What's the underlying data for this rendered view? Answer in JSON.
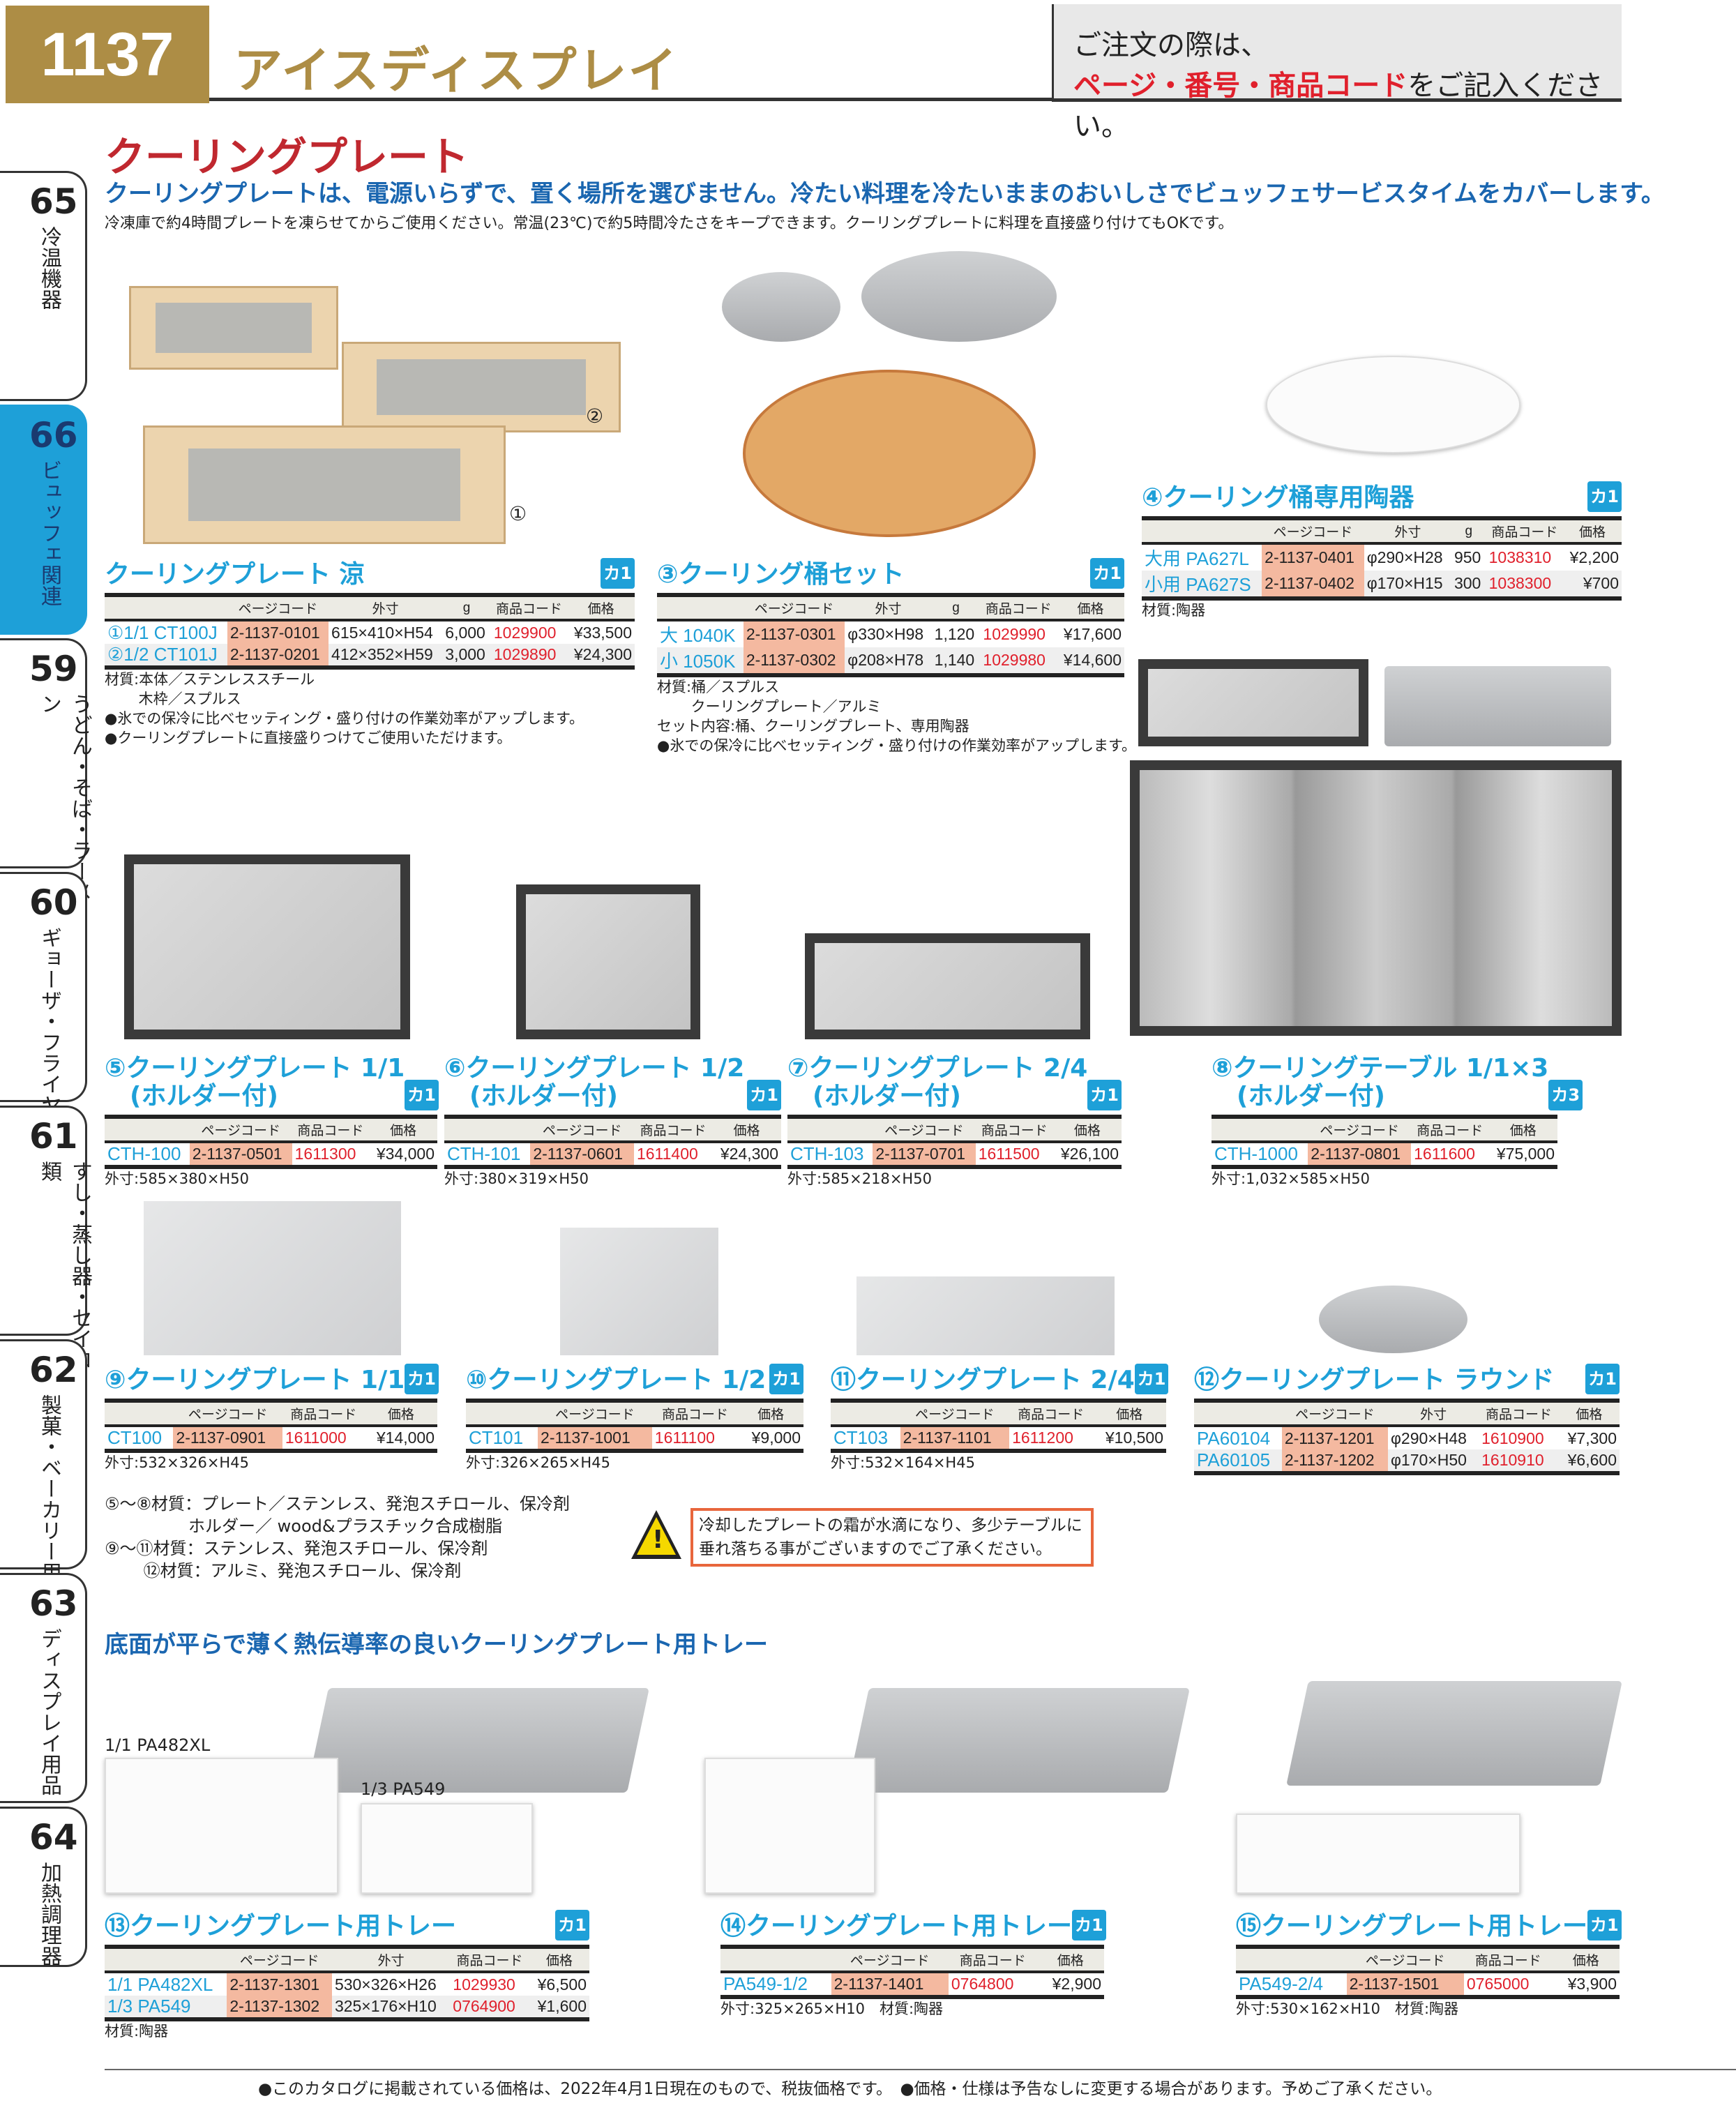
{
  "header": {
    "page_number": "1137",
    "category": "アイスディスプレイ",
    "order_line1": "ご注文の際は、",
    "order_red": "ページ・番号・商品コード",
    "order_rest": "をご記入ください。"
  },
  "tabs": [
    {
      "num": "65",
      "label": "冷温機器"
    },
    {
      "num": "66",
      "label": "ビュッフェ関連"
    },
    {
      "num": "59",
      "label": "うどん・そば・ラーメン"
    },
    {
      "num": "60",
      "label": "ギョーザ・フライヤー"
    },
    {
      "num": "61",
      "label": "すし・蒸し器・セイロ類"
    },
    {
      "num": "62",
      "label": "製菓・ベーカリー用品"
    },
    {
      "num": "63",
      "label": "ディスプレイ用品"
    },
    {
      "num": "64",
      "label": "加熱調理器"
    }
  ],
  "section": {
    "title": "クーリングプレート",
    "lead": "クーリングプレートは、電源いらずで、置く場所を選びません。冷たい料理を冷たいままのおいしさでビュッフェサービスタイムをカバーします。",
    "sub": "冷凍庫で約4時間プレートを凍らせてからご使用ください。常温(23℃)で約5時間冷たさをキープできます。クーリングプレートに料理を直接盛り付けてもOKです。"
  },
  "image_labels": {
    "one": "①",
    "two": "②",
    "tray_large": "1/1 PA482XL",
    "tray_small": "1/3 PA549"
  },
  "blocks": [
    {
      "id": "b1",
      "title": "クーリングプレート 涼",
      "badge": "カ1",
      "headers": [
        "",
        "ページコード",
        "外寸",
        "g",
        "商品コード",
        "価格"
      ],
      "rows": [
        [
          "①1/1 CT100J",
          "2-1137-0101",
          "615×410×H54",
          "6,000",
          "1029900",
          "¥33,500"
        ],
        [
          "②1/2 CT101J",
          "2-1137-0201",
          "412×352×H59",
          "3,000",
          "1029890",
          "¥24,300"
        ]
      ],
      "note": "材質:本体／ステンレススチール\n　　 木枠／スプルス\n●氷での保冷に比べセッティング・盛り付けの作業効率がアップします。\n●クーリングプレートに直接盛りつけてご使用いただけます。"
    },
    {
      "id": "b3",
      "title": "③クーリング桶セット",
      "badge": "カ1",
      "headers": [
        "",
        "ページコード",
        "外寸",
        "g",
        "商品コード",
        "価格"
      ],
      "rows": [
        [
          "大 1040K",
          "2-1137-0301",
          "φ330×H98",
          "1,120",
          "1029990",
          "¥17,600"
        ],
        [
          "小 1050K",
          "2-1137-0302",
          "φ208×H78",
          "1,140",
          "1029980",
          "¥14,600"
        ]
      ],
      "note": "材質:桶／スプルス\n　　 クーリングプレート／アルミ\nセット内容:桶、クーリングプレート、専用陶器\n●氷での保冷に比べセッティング・盛り付けの作業効率がアップします。"
    },
    {
      "id": "b4",
      "title": "④クーリング桶専用陶器",
      "badge": "カ1",
      "headers": [
        "",
        "ページコード",
        "外寸",
        "g",
        "商品コード",
        "価格"
      ],
      "rows": [
        [
          "大用 PA627L",
          "2-1137-0401",
          "φ290×H28",
          "950",
          "1038310",
          "¥2,200"
        ],
        [
          "小用 PA627S",
          "2-1137-0402",
          "φ170×H15",
          "300",
          "1038300",
          "¥700"
        ]
      ],
      "note": "材質:陶器"
    },
    {
      "id": "b5",
      "title": "⑤クーリングプレート 1/1\n　(ホルダー付)",
      "badge": "カ1",
      "headers": [
        "",
        "ページコード",
        "商品コード",
        "価格"
      ],
      "rows": [
        [
          "CTH-100",
          "2-1137-0501",
          "1611300",
          "¥34,000"
        ]
      ],
      "note": "外寸:585×380×H50"
    },
    {
      "id": "b6",
      "title": "⑥クーリングプレート 1/2\n　(ホルダー付)",
      "badge": "カ1",
      "headers": [
        "",
        "ページコード",
        "商品コード",
        "価格"
      ],
      "rows": [
        [
          "CTH-101",
          "2-1137-0601",
          "1611400",
          "¥24,300"
        ]
      ],
      "note": "外寸:380×319×H50"
    },
    {
      "id": "b7",
      "title": "⑦クーリングプレート 2/4\n　(ホルダー付)",
      "badge": "カ1",
      "headers": [
        "",
        "ページコード",
        "商品コード",
        "価格"
      ],
      "rows": [
        [
          "CTH-103",
          "2-1137-0701",
          "1611500",
          "¥26,100"
        ]
      ],
      "note": "外寸:585×218×H50"
    },
    {
      "id": "b8",
      "title": "⑧クーリングテーブル 1/1×3\n　(ホルダー付)",
      "badge": "カ3",
      "headers": [
        "",
        "ページコード",
        "商品コード",
        "価格"
      ],
      "rows": [
        [
          "CTH-1000",
          "2-1137-0801",
          "1611600",
          "¥75,000"
        ]
      ],
      "note": "外寸:1,032×585×H50"
    },
    {
      "id": "b9",
      "title": "⑨クーリングプレート 1/1",
      "badge": "カ1",
      "headers": [
        "",
        "ページコード",
        "商品コード",
        "価格"
      ],
      "rows": [
        [
          "CT100",
          "2-1137-0901",
          "1611000",
          "¥14,000"
        ]
      ],
      "note": "外寸:532×326×H45"
    },
    {
      "id": "b10",
      "title": "⑩クーリングプレート 1/2",
      "badge": "カ1",
      "headers": [
        "",
        "ページコード",
        "商品コード",
        "価格"
      ],
      "rows": [
        [
          "CT101",
          "2-1137-1001",
          "1611100",
          "¥9,000"
        ]
      ],
      "note": "外寸:326×265×H45"
    },
    {
      "id": "b11",
      "title": "⑪クーリングプレート 2/4",
      "badge": "カ1",
      "headers": [
        "",
        "ページコード",
        "商品コード",
        "価格"
      ],
      "rows": [
        [
          "CT103",
          "2-1137-1101",
          "1611200",
          "¥10,500"
        ]
      ],
      "note": "外寸:532×164×H45"
    },
    {
      "id": "b12",
      "title": "⑫クーリングプレート ラウンド",
      "badge": "カ1",
      "headers": [
        "",
        "ページコード",
        "外寸",
        "商品コード",
        "価格"
      ],
      "rows": [
        [
          "PA60104",
          "2-1137-1201",
          "φ290×H48",
          "1610900",
          "¥7,300"
        ],
        [
          "PA60105",
          "2-1137-1202",
          "φ170×H50",
          "1610910",
          "¥6,600"
        ]
      ],
      "note": ""
    },
    {
      "id": "b13",
      "title": "⑬クーリングプレート用トレー",
      "badge": "カ1",
      "headers": [
        "",
        "ページコード",
        "外寸",
        "商品コード",
        "価格"
      ],
      "rows": [
        [
          "1/1 PA482XL",
          "2-1137-1301",
          "530×326×H26",
          "1029930",
          "¥6,500"
        ],
        [
          "1/3 PA549",
          "2-1137-1302",
          "325×176×H10",
          "0764900",
          "¥1,600"
        ]
      ],
      "note": "材質:陶器"
    },
    {
      "id": "b14",
      "title": "⑭クーリングプレート用トレー",
      "badge": "カ1",
      "headers": [
        "",
        "ページコード",
        "商品コード",
        "価格"
      ],
      "rows": [
        [
          "PA549-1/2",
          "2-1137-1401",
          "0764800",
          "¥2,900"
        ]
      ],
      "note": "外寸:325×265×H10　材質:陶器"
    },
    {
      "id": "b15",
      "title": "⑮クーリングプレート用トレー",
      "badge": "カ1",
      "headers": [
        "",
        "ページコード",
        "商品コード",
        "価格"
      ],
      "rows": [
        [
          "PA549-2/4",
          "2-1137-1501",
          "0765000",
          "¥3,900"
        ]
      ],
      "note": "外寸:530×162×H10　材質:陶器"
    }
  ],
  "materials_note": "⑤〜⑧材質：プレート／ステンレス、発泡スチロール、保冷剤\n　　　　　ホルダー／ wood&プラスチック合成樹脂\n⑨〜⑪材質：ステンレス、発泡スチロール、保冷剤\n　　 ⑫材質：アルミ、発泡スチロール、保冷剤",
  "warning": "冷却したプレートの霜が水滴になり、多少テーブルに垂れ落ちる事がございますのでご了承ください。",
  "tray_heading": "底面が平らで薄く熱伝導率の良いクーリングプレート用トレー",
  "footer": "●このカタログに掲載されている価格は、2022年4月1日現在のもので、税抜価格です。　●価格・仕様は予告なしに変更する場合があります。予めご了承ください。",
  "colors": {
    "gold": "#ad8d45",
    "blue": "#1ea0d8",
    "red": "#e0202c",
    "code_bg": "#f4b9a0"
  }
}
